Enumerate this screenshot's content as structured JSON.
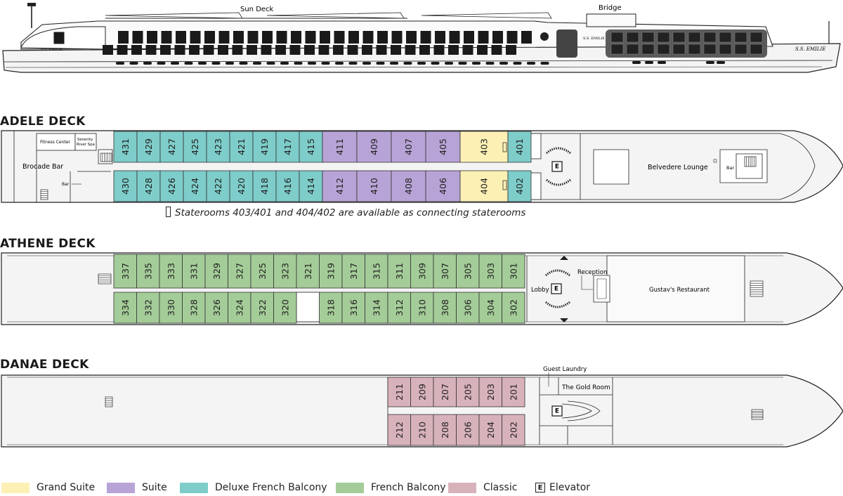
{
  "ship": {
    "sun_deck_label": "Sun Deck",
    "bridge_label": "Bridge",
    "name_bow": "S.S. EMILIE",
    "name_stern": "S.S. EMILIE",
    "name_mid": "S.S. EMILIE"
  },
  "decks": [
    {
      "id": "adele",
      "title": "ADELE DECK",
      "venues": [
        "Fitness Center",
        "Serenity River Spa",
        "Brocade Bar",
        "Bar",
        "Belvedere Lounge",
        "Bar"
      ],
      "rows": [
        [
          {
            "n": "431",
            "cat": "deluxe"
          },
          {
            "n": "429",
            "cat": "deluxe"
          },
          {
            "n": "427",
            "cat": "deluxe"
          },
          {
            "n": "425",
            "cat": "deluxe"
          },
          {
            "n": "423",
            "cat": "deluxe"
          },
          {
            "n": "421",
            "cat": "deluxe"
          },
          {
            "n": "419",
            "cat": "deluxe"
          },
          {
            "n": "417",
            "cat": "deluxe"
          },
          {
            "n": "415",
            "cat": "deluxe"
          },
          {
            "n": "411",
            "cat": "suite"
          },
          {
            "n": "409",
            "cat": "suite"
          },
          {
            "n": "407",
            "cat": "suite"
          },
          {
            "n": "405",
            "cat": "suite"
          },
          {
            "n": "403",
            "cat": "grand"
          },
          {
            "n": "401",
            "cat": "deluxe"
          }
        ],
        [
          {
            "n": "430",
            "cat": "deluxe"
          },
          {
            "n": "428",
            "cat": "deluxe"
          },
          {
            "n": "426",
            "cat": "deluxe"
          },
          {
            "n": "424",
            "cat": "deluxe"
          },
          {
            "n": "422",
            "cat": "deluxe"
          },
          {
            "n": "420",
            "cat": "deluxe"
          },
          {
            "n": "418",
            "cat": "deluxe"
          },
          {
            "n": "416",
            "cat": "deluxe"
          },
          {
            "n": "414",
            "cat": "deluxe"
          },
          {
            "n": "412",
            "cat": "suite"
          },
          {
            "n": "410",
            "cat": "suite"
          },
          {
            "n": "408",
            "cat": "suite"
          },
          {
            "n": "406",
            "cat": "suite"
          },
          {
            "n": "404",
            "cat": "grand"
          },
          {
            "n": "402",
            "cat": "deluxe"
          }
        ]
      ]
    },
    {
      "id": "athene",
      "title": "ATHENE DECK",
      "venues": [
        "Lobby",
        "Reception",
        "Gustav's Restaurant"
      ],
      "rows": [
        [
          {
            "n": "337",
            "cat": "french"
          },
          {
            "n": "335",
            "cat": "french"
          },
          {
            "n": "333",
            "cat": "french"
          },
          {
            "n": "331",
            "cat": "french"
          },
          {
            "n": "329",
            "cat": "french"
          },
          {
            "n": "327",
            "cat": "french"
          },
          {
            "n": "325",
            "cat": "french"
          },
          {
            "n": "323",
            "cat": "french"
          },
          {
            "n": "321",
            "cat": "french"
          },
          {
            "n": "319",
            "cat": "french"
          },
          {
            "n": "317",
            "cat": "french"
          },
          {
            "n": "315",
            "cat": "french"
          },
          {
            "n": "311",
            "cat": "french"
          },
          {
            "n": "309",
            "cat": "french"
          },
          {
            "n": "307",
            "cat": "french"
          },
          {
            "n": "305",
            "cat": "french"
          },
          {
            "n": "303",
            "cat": "french"
          },
          {
            "n": "301",
            "cat": "french"
          }
        ],
        [
          {
            "n": "334",
            "cat": "french"
          },
          {
            "n": "332",
            "cat": "french"
          },
          {
            "n": "330",
            "cat": "french"
          },
          {
            "n": "328",
            "cat": "french"
          },
          {
            "n": "326",
            "cat": "french"
          },
          {
            "n": "324",
            "cat": "french"
          },
          {
            "n": "322",
            "cat": "french"
          },
          {
            "n": "320",
            "cat": "french"
          },
          {
            "n": "",
            "cat": "empty"
          },
          {
            "n": "318",
            "cat": "french"
          },
          {
            "n": "316",
            "cat": "french"
          },
          {
            "n": "314",
            "cat": "french"
          },
          {
            "n": "312",
            "cat": "french"
          },
          {
            "n": "310",
            "cat": "french"
          },
          {
            "n": "308",
            "cat": "french"
          },
          {
            "n": "306",
            "cat": "french"
          },
          {
            "n": "304",
            "cat": "french"
          },
          {
            "n": "302",
            "cat": "french"
          }
        ]
      ]
    },
    {
      "id": "danae",
      "title": "DANAE DECK",
      "venues": [
        "Guest Laundry",
        "The Gold Room"
      ],
      "rows": [
        [
          {
            "n": "211",
            "cat": "classic"
          },
          {
            "n": "209",
            "cat": "classic"
          },
          {
            "n": "207",
            "cat": "classic"
          },
          {
            "n": "205",
            "cat": "classic"
          },
          {
            "n": "203",
            "cat": "classic"
          },
          {
            "n": "201",
            "cat": "classic"
          }
        ],
        [
          {
            "n": "212",
            "cat": "classic"
          },
          {
            "n": "210",
            "cat": "classic"
          },
          {
            "n": "208",
            "cat": "classic"
          },
          {
            "n": "206",
            "cat": "classic"
          },
          {
            "n": "204",
            "cat": "classic"
          },
          {
            "n": "202",
            "cat": "classic"
          }
        ]
      ]
    }
  ],
  "elevator_letter": "E",
  "note": "Staterooms 403/401 and 404/402 are available as connecting staterooms",
  "categories": {
    "grand": {
      "label": "Grand Suite",
      "color": "#fdf0b5"
    },
    "suite": {
      "label": "Suite",
      "color": "#b8a3d6"
    },
    "deluxe": {
      "label": "Deluxe French Balcony",
      "color": "#7ecdca"
    },
    "french": {
      "label": "French Balcony",
      "color": "#a4cc98"
    },
    "classic": {
      "label": "Classic",
      "color": "#d8b2bb"
    }
  },
  "legend": [
    {
      "key": "grand",
      "label": "Grand Suite"
    },
    {
      "key": "suite",
      "label": "Suite"
    },
    {
      "key": "deluxe",
      "label": "Deluxe French Balcony"
    },
    {
      "key": "french",
      "label": "French Balcony"
    },
    {
      "key": "classic",
      "label": "Classic"
    }
  ],
  "legend_elevator": "Elevator"
}
